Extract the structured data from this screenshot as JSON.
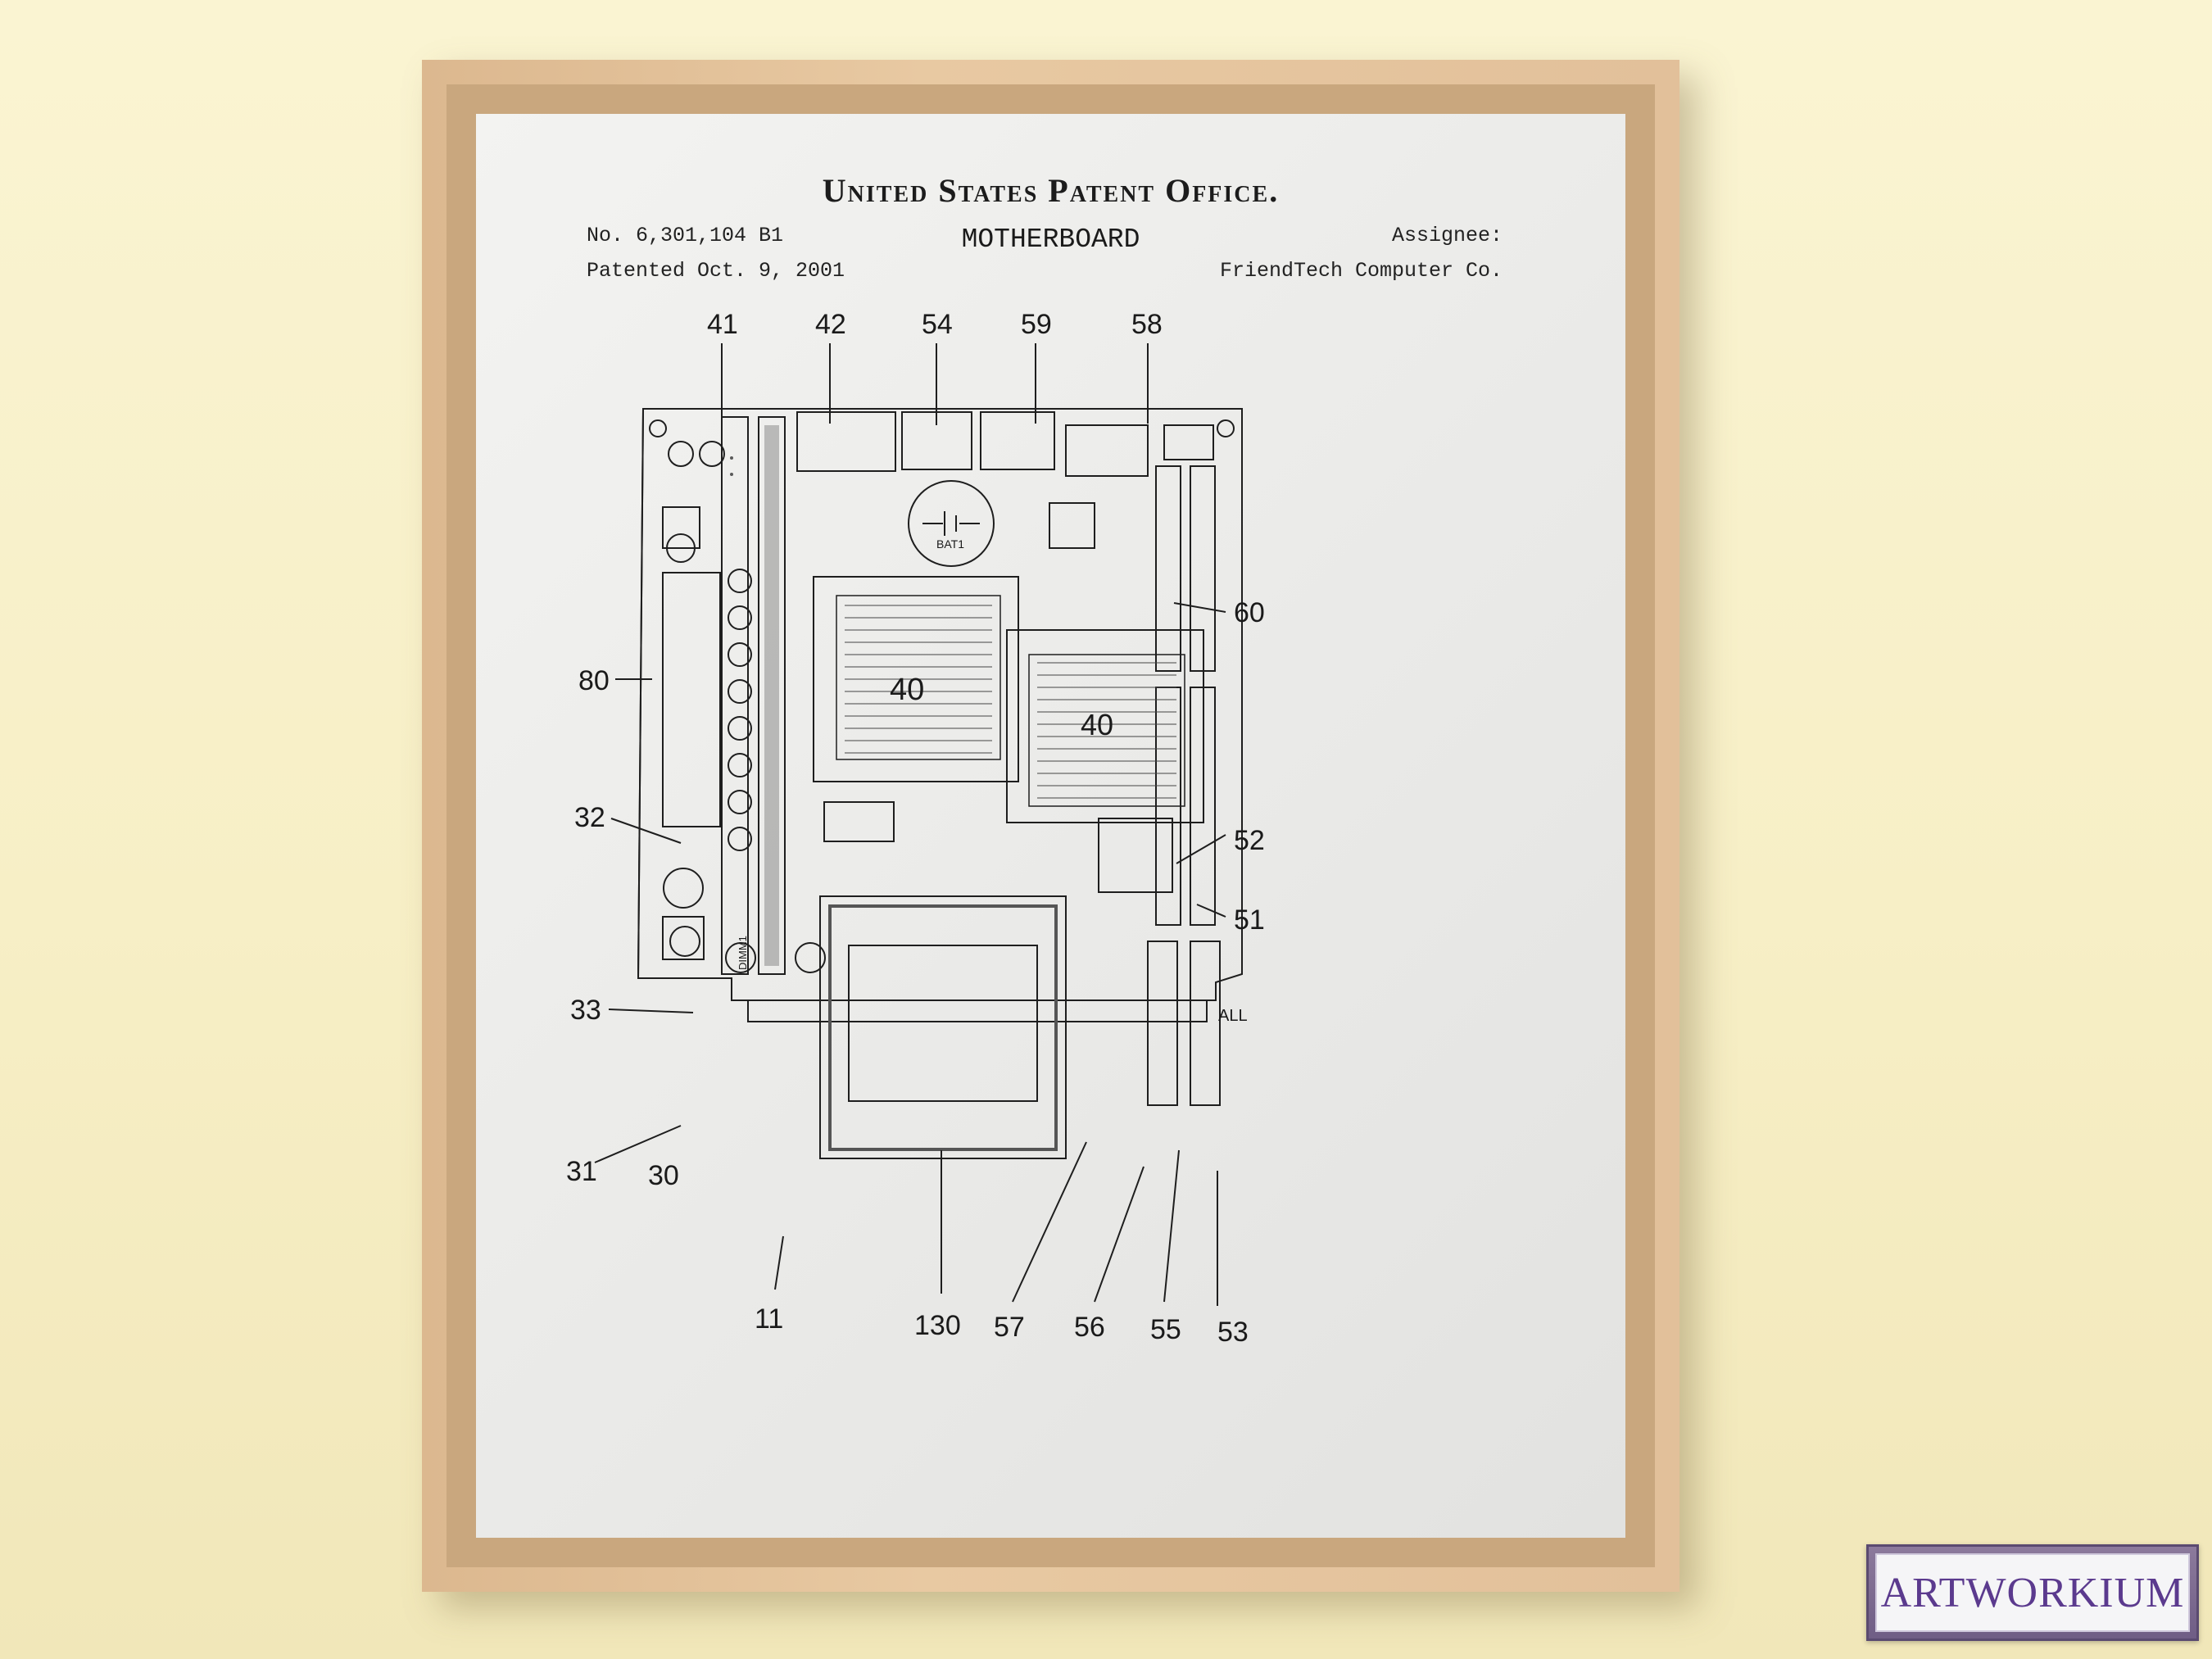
{
  "poster": {
    "office": "United States Patent Office.",
    "patent_no": "No. 6,301,104 B1",
    "patented": "Patented Oct. 9, 2001",
    "title": "MOTHERBOARD",
    "assignee_label": "Assignee:",
    "assignee": "FriendTech Computer Co."
  },
  "drawing": {
    "ref_top": [
      "41",
      "42",
      "54",
      "59",
      "58"
    ],
    "ref_right": [
      "60",
      "52",
      "51"
    ],
    "ref_left": [
      "80",
      "32",
      "33",
      "31",
      "30"
    ],
    "ref_bottom": [
      "11",
      "130",
      "57",
      "56",
      "55",
      "53"
    ],
    "chip_label_a": "40",
    "chip_label_b": "40",
    "battery_label": "BAT1",
    "dimm_label": "DIMM1",
    "corner_label": "ALL"
  },
  "watermark": {
    "text": "ARTWORKIUM"
  },
  "colors": {
    "wall": "#f8f1cc",
    "frame": "#e2c09a",
    "paper": "#ececea",
    "ink": "#1c1c1c",
    "watermark_border": "#6f5d85",
    "watermark_text": "#5b3a8e"
  }
}
